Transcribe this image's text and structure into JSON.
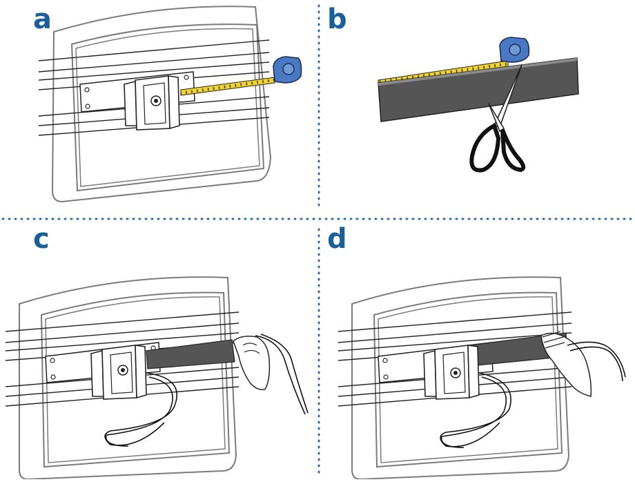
{
  "steps": [
    {
      "label": "a"
    },
    {
      "label": "b"
    },
    {
      "label": "c"
    },
    {
      "label": "d"
    }
  ],
  "colors": {
    "letter": "#1a5e9a",
    "divider": "#2a6db0",
    "outline": "#7a7a7a",
    "tape_blue": "#4a79c4",
    "tape_yellow": "#f2d42a",
    "gasket": "#555555",
    "ink": "#111111"
  }
}
